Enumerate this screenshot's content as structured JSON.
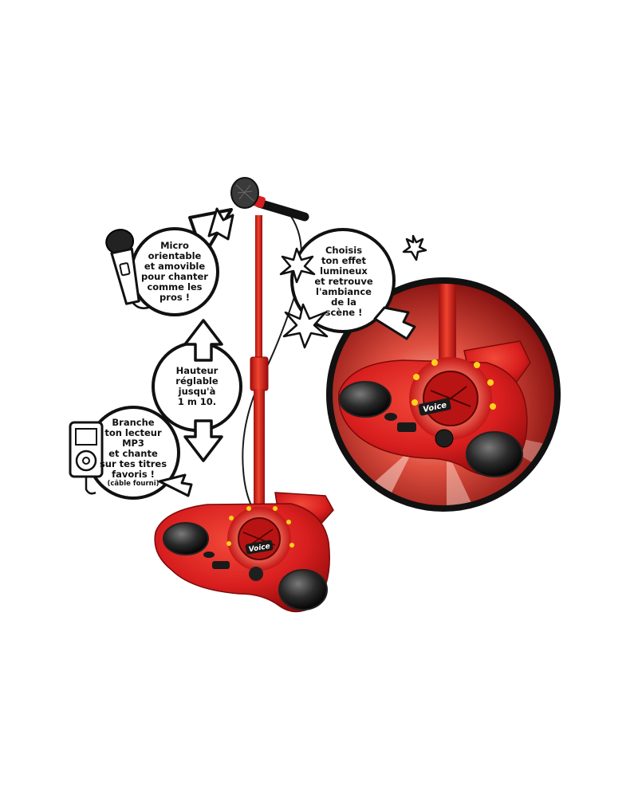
{
  "colors": {
    "product_red": "#d81e1e",
    "dark_red": "#8e0b0b",
    "bubble_outline": "#111111",
    "background": "#ffffff"
  },
  "icons": [
    "handheld-microphone-icon",
    "mp3-player-icon",
    "sparkle-icon",
    "double-arrow-icon"
  ],
  "callouts": {
    "micro": {
      "lines": [
        "Micro",
        "orientable",
        "et amovible",
        "pour chanter",
        "comme les",
        "pros !"
      ]
    },
    "height": {
      "lines": [
        "Hauteur",
        "réglable",
        "jusqu'à",
        "1 m 10."
      ]
    },
    "mp3": {
      "lines": [
        "Branche",
        "ton lecteur",
        "MP3",
        "et chante",
        "sur tes titres",
        "favoris !"
      ],
      "note": "(câble fourni)"
    },
    "effects": {
      "lines": [
        "Choisis",
        "ton effet",
        "lumineux",
        "et retrouve",
        "l'ambiance",
        "de la",
        "scène !"
      ]
    }
  },
  "product": {
    "logo_text": "Voice"
  }
}
